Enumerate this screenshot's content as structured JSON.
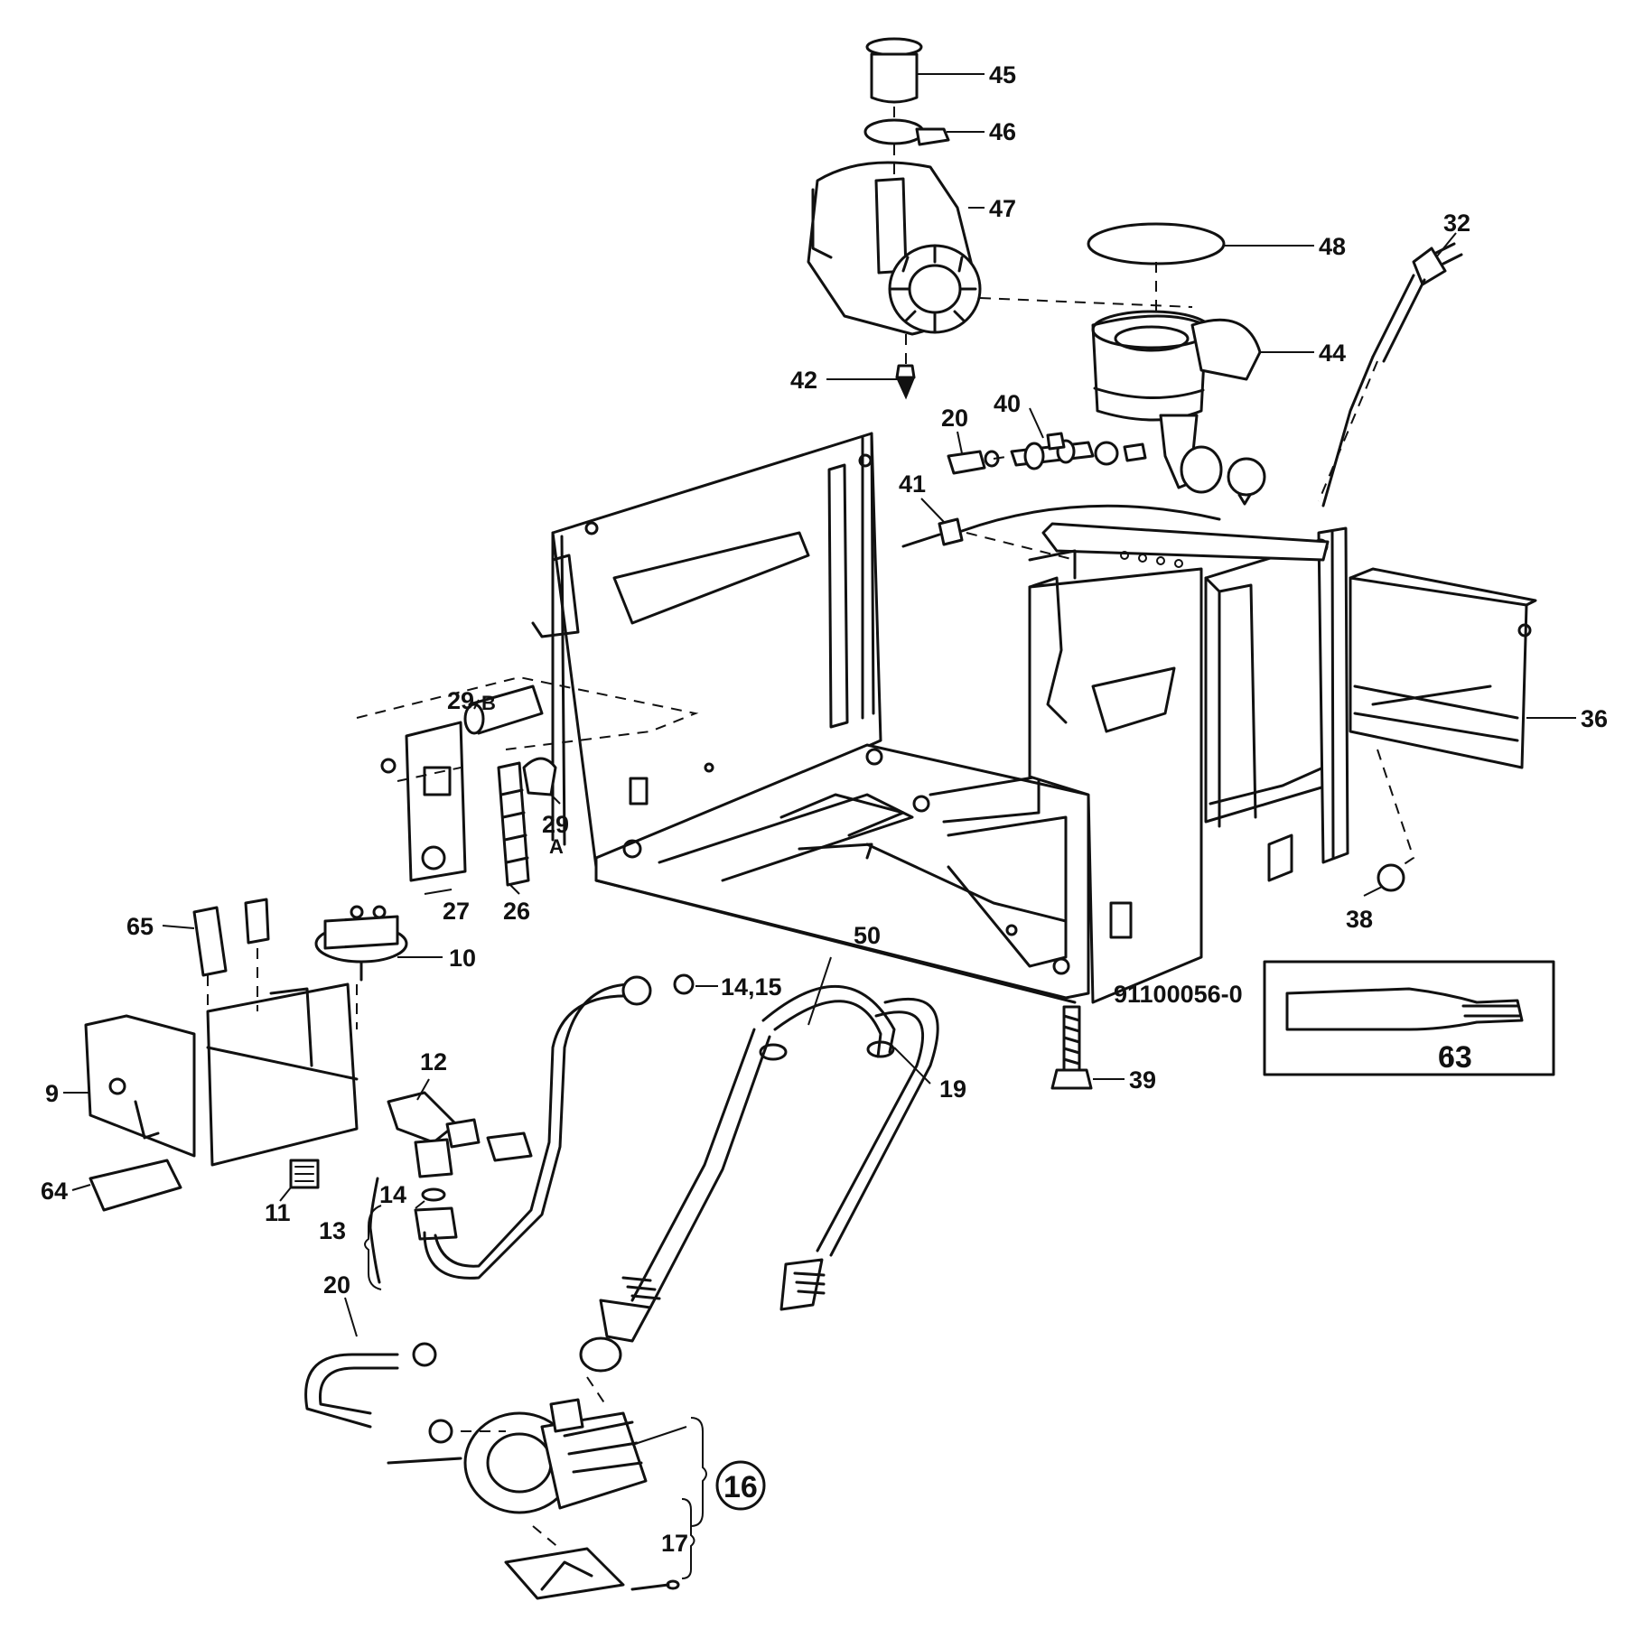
{
  "diagram": {
    "labels": {
      "l9": "9",
      "l10": "10",
      "l11": "11",
      "l12": "12",
      "l13": "13",
      "l14": "14",
      "l14_15": "14,15",
      "l16": "16",
      "l17": "17",
      "l19": "19",
      "l20_top": "20",
      "l20_bottom": "20",
      "l26": "26",
      "l27": "27",
      "l29a_num": "29",
      "l29a_letter": "A",
      "l29b_num": "29",
      "l29b_letter": "B",
      "l32": "32",
      "l36": "36",
      "l38": "38",
      "l39": "39",
      "l40": "40",
      "l41": "41",
      "l42": "42",
      "l44": "44",
      "l45": "45",
      "l46": "46",
      "l47": "47",
      "l48": "48",
      "l50": "50",
      "l63": "63",
      "l64": "64",
      "l65": "65"
    },
    "inset_code": "91100056-0"
  }
}
